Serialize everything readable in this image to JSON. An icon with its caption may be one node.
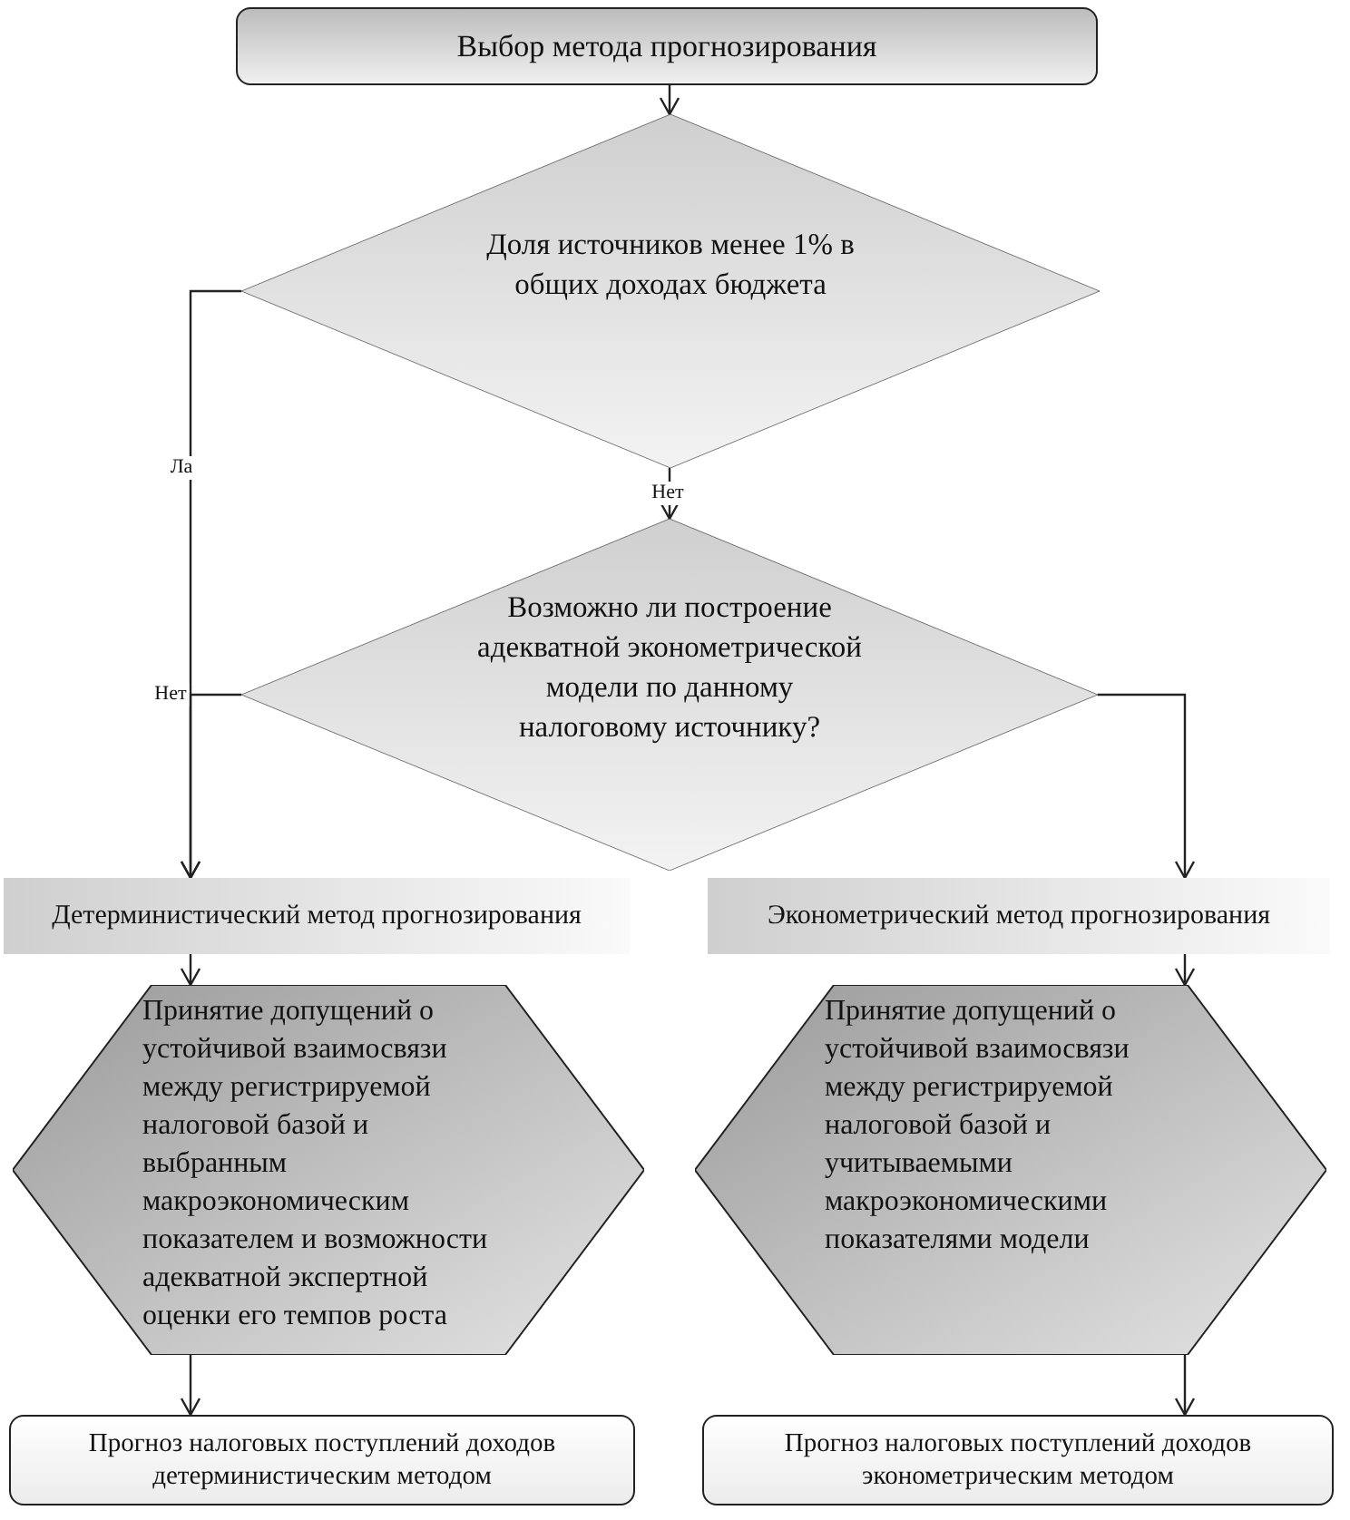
{
  "diagram": {
    "nodes": [
      {
        "text": [
          "Выбор метода прогнозирования"
        ]
      },
      {
        "text": [
          "Доля источников менее 1% в общих доходах бюджета"
        ]
      },
      {
        "text": [
          "Возможно ли построение адекватной эконометрической модели по данному налоговому источнику?"
        ]
      },
      {
        "text": [
          "Детерминистический метод прогнозирования"
        ]
      },
      {
        "text": [
          "Эконометрический метод прогнозирования"
        ]
      },
      {
        "text": [
          "Принятие допущений о устойчивой взаимосвязи между регистрируемой налоговой базой и выбранным макроэкономическим показателем и возможности адекватной экспертной оценки его темпов роста"
        ]
      },
      {
        "text": [
          "Принятие допущений о устойчивой взаимосвязи между регистрируемой налоговой базой и учитываемыми макроэкономическими показателями модели"
        ]
      },
      {
        "text": [
          "Прогноз налоговых поступлений доходов детерминистическим методом"
        ]
      },
      {
        "text": [
          "Прогноз налоговых поступлений доходов эконометрическим методом"
        ]
      }
    ],
    "edges": [
      {
        "from": 0,
        "to": 1,
        "arrow": "to"
      },
      {
        "from": 1,
        "to": 3,
        "arrow": "to",
        "label": "Ла"
      },
      {
        "from": 1,
        "to": 2,
        "arrow": "to",
        "label": "Нет"
      },
      {
        "from": 2,
        "to": 3,
        "arrow": "to",
        "label": "Нет"
      },
      {
        "from": 2,
        "to": 4,
        "arrow": "to"
      },
      {
        "from": 3,
        "to": 5,
        "arrow": "to"
      },
      {
        "from": 4,
        "to": 6,
        "arrow": "to"
      },
      {
        "from": 5,
        "to": 7,
        "arrow": "to"
      },
      {
        "from": 6,
        "to": 8,
        "arrow": "to"
      }
    ]
  }
}
